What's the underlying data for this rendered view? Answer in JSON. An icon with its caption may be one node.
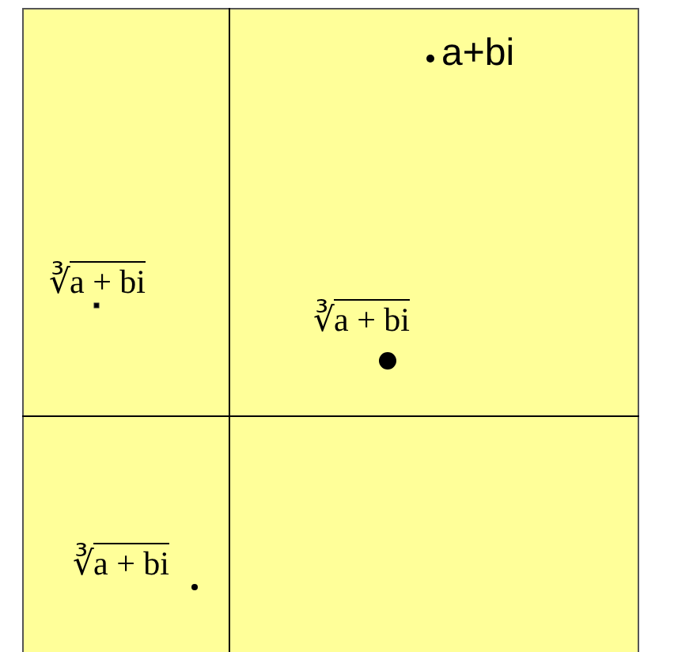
{
  "diagram": {
    "labels": [
      "a+bi",
      "∛a + bi",
      "∛a + bi",
      "∛a + bi"
    ]
  }
}
